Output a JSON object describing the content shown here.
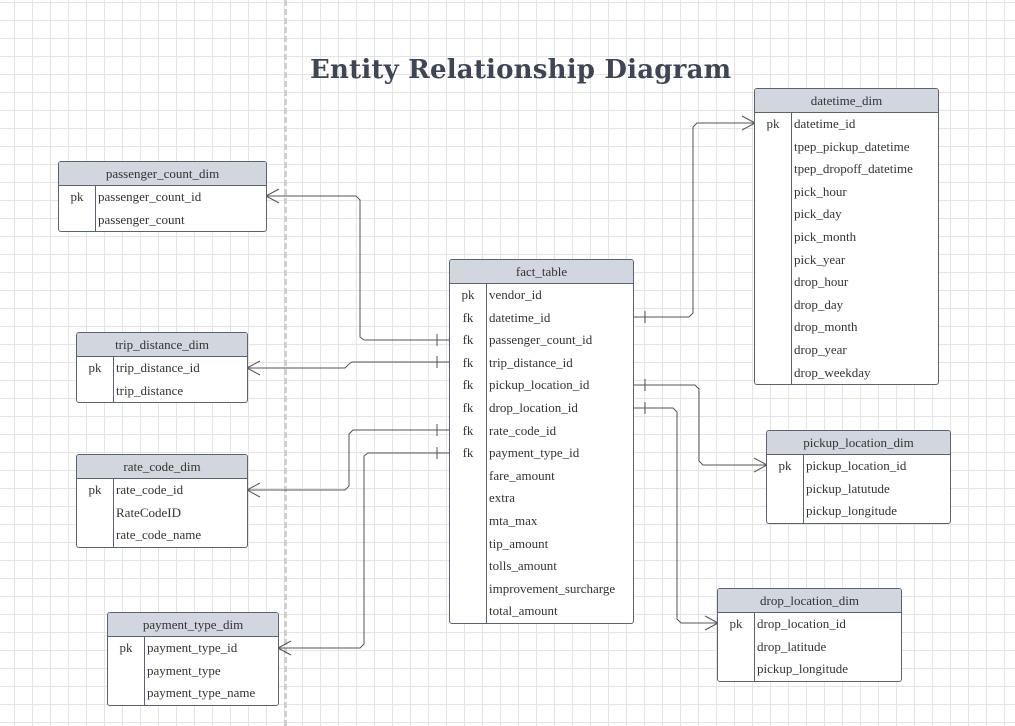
{
  "title": "Entity Relationship Diagram",
  "entities": {
    "fact_table": {
      "name": "fact_table",
      "rows": [
        {
          "key": "pk",
          "field": "vendor_id"
        },
        {
          "key": "fk",
          "field": "datetime_id"
        },
        {
          "key": "fk",
          "field": "passenger_count_id"
        },
        {
          "key": "fk",
          "field": "trip_distance_id"
        },
        {
          "key": "fk",
          "field": "pickup_location_id"
        },
        {
          "key": "fk",
          "field": "drop_location_id"
        },
        {
          "key": "fk",
          "field": "rate_code_id"
        },
        {
          "key": "fk",
          "field": "payment_type_id"
        },
        {
          "key": "",
          "field": "fare_amount"
        },
        {
          "key": "",
          "field": "extra"
        },
        {
          "key": "",
          "field": "mta_max"
        },
        {
          "key": "",
          "field": "tip_amount"
        },
        {
          "key": "",
          "field": "tolls_amount"
        },
        {
          "key": "",
          "field": "improvement_surcharge"
        },
        {
          "key": "",
          "field": "total_amount"
        }
      ]
    },
    "passenger_count_dim": {
      "name": "passenger_count_dim",
      "rows": [
        {
          "key": "pk",
          "field": "passenger_count_id"
        },
        {
          "key": "",
          "field": "passenger_count"
        }
      ]
    },
    "trip_distance_dim": {
      "name": "trip_distance_dim",
      "rows": [
        {
          "key": "pk",
          "field": "trip_distance_id"
        },
        {
          "key": "",
          "field": "trip_distance"
        }
      ]
    },
    "rate_code_dim": {
      "name": "rate_code_dim",
      "rows": [
        {
          "key": "pk",
          "field": "rate_code_id"
        },
        {
          "key": "",
          "field": "RateCodeID"
        },
        {
          "key": "",
          "field": "rate_code_name"
        }
      ]
    },
    "payment_type_dim": {
      "name": "payment_type_dim",
      "rows": [
        {
          "key": "pk",
          "field": "payment_type_id"
        },
        {
          "key": "",
          "field": "payment_type"
        },
        {
          "key": "",
          "field": "payment_type_name"
        }
      ]
    },
    "datetime_dim": {
      "name": "datetime_dim",
      "rows": [
        {
          "key": "pk",
          "field": "datetime_id"
        },
        {
          "key": "",
          "field": "tpep_pickup_datetime"
        },
        {
          "key": "",
          "field": "tpep_dropoff_datetime"
        },
        {
          "key": "",
          "field": "pick_hour"
        },
        {
          "key": "",
          "field": "pick_day"
        },
        {
          "key": "",
          "field": "pick_month"
        },
        {
          "key": "",
          "field": "pick_year"
        },
        {
          "key": "",
          "field": "drop_hour"
        },
        {
          "key": "",
          "field": "drop_day"
        },
        {
          "key": "",
          "field": "drop_month"
        },
        {
          "key": "",
          "field": "drop_year"
        },
        {
          "key": "",
          "field": "drop_weekday"
        }
      ]
    },
    "pickup_location_dim": {
      "name": "pickup_location_dim",
      "rows": [
        {
          "key": "pk",
          "field": "pickup_location_id"
        },
        {
          "key": "",
          "field": "pickup_latutude"
        },
        {
          "key": "",
          "field": "pickup_longitude"
        }
      ]
    },
    "drop_location_dim": {
      "name": "drop_location_dim",
      "rows": [
        {
          "key": "pk",
          "field": "drop_location_id"
        },
        {
          "key": "",
          "field": "drop_latitude"
        },
        {
          "key": "",
          "field": "pickup_longitude"
        }
      ]
    }
  }
}
